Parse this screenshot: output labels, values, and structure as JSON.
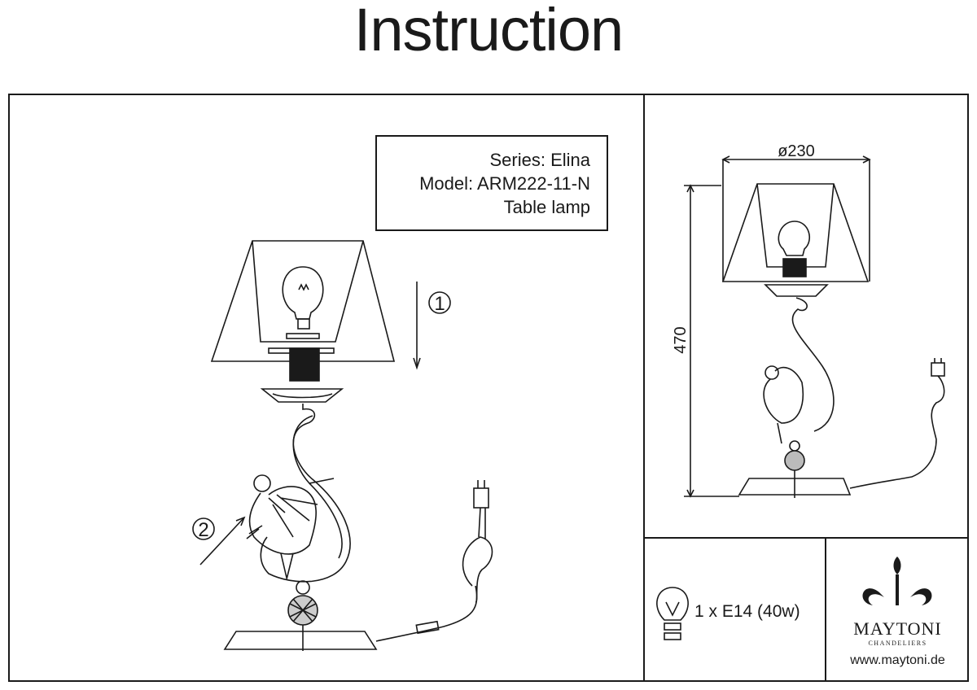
{
  "title": "Instruction",
  "info": {
    "series": "Series: Elina",
    "model": "Model: ARM222-11-N",
    "type": "Table lamp"
  },
  "steps": [
    "1",
    "2"
  ],
  "dimensions": {
    "diameter": "ø230",
    "height": "470"
  },
  "bulb_spec": "1 x E14 (40w)",
  "brand": {
    "name": "MAYTONI",
    "subtitle": "CHANDELIERS",
    "url": "www.maytoni.de"
  },
  "icons": [
    "bulb-icon",
    "plug-icon",
    "screw-icon",
    "brand-logo-icon"
  ]
}
